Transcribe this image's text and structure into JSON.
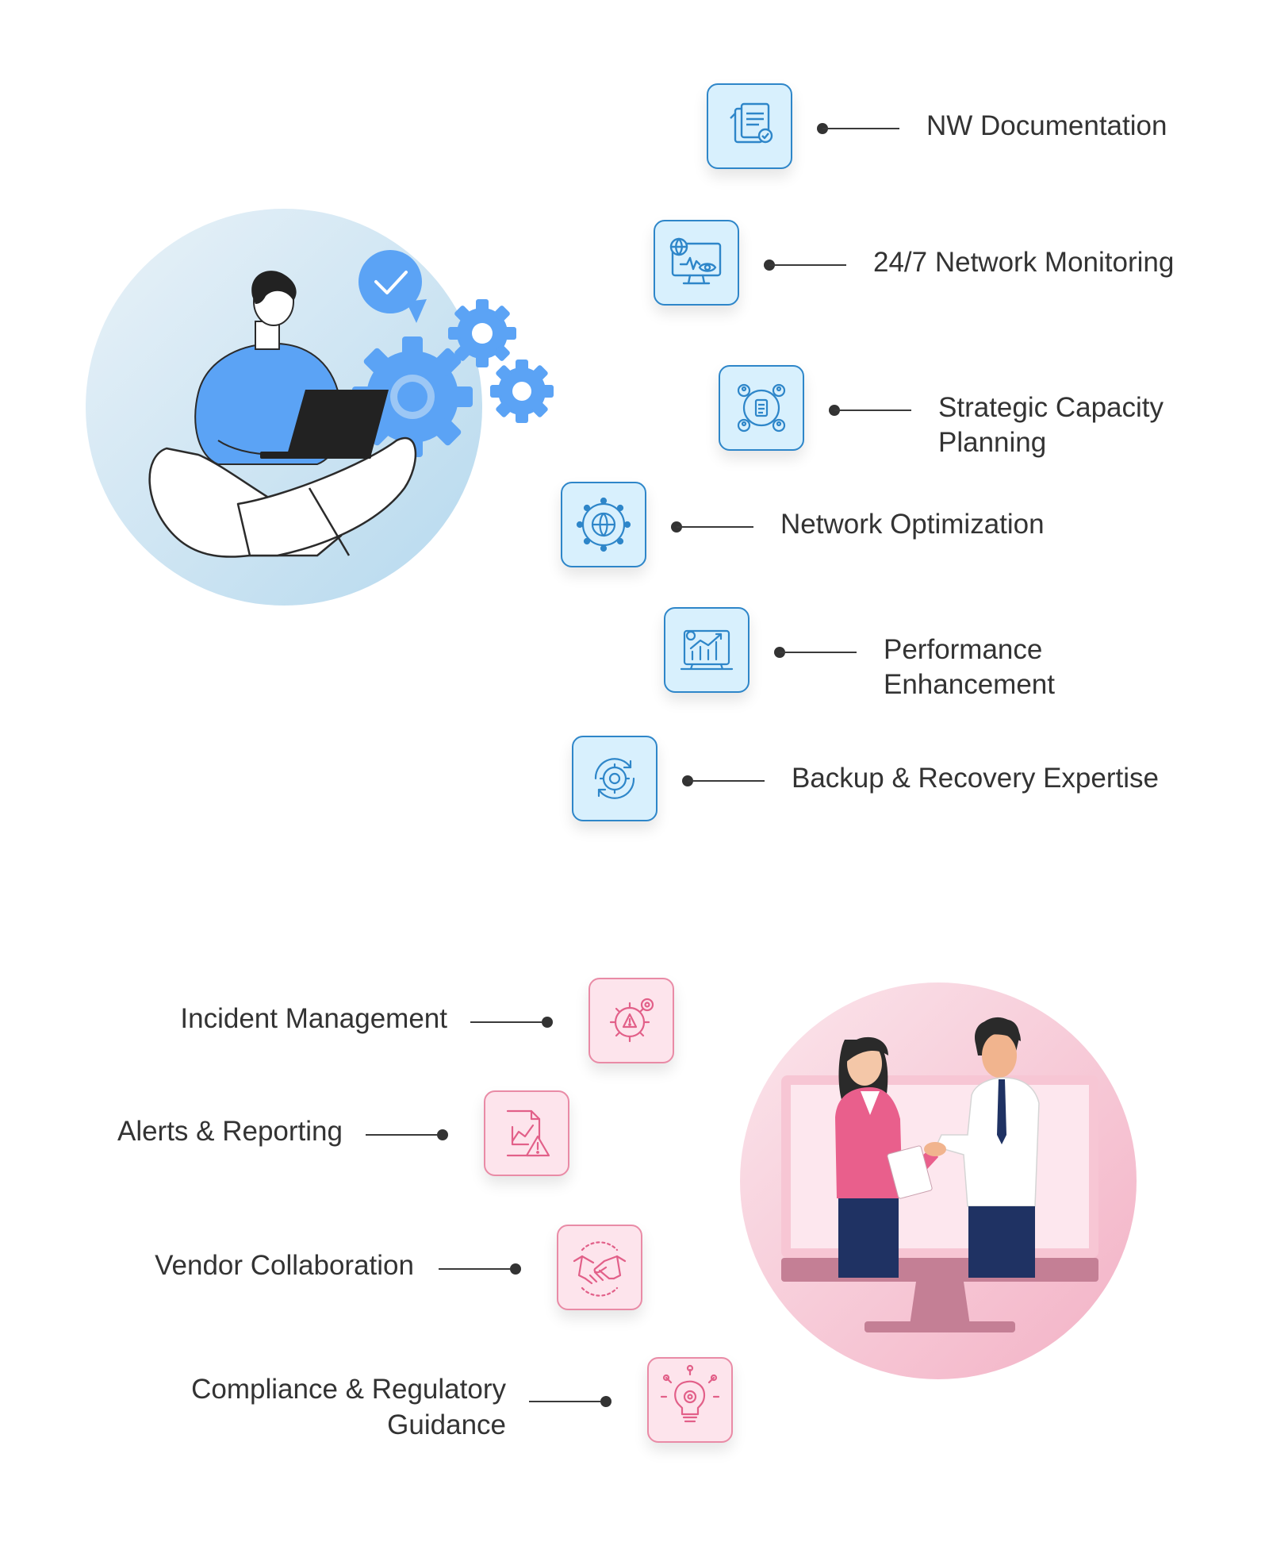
{
  "network_features": [
    {
      "label": "NW Documentation",
      "icon": "documents-icon"
    },
    {
      "label": "24/7 Network Monitoring",
      "icon": "monitor-eye-icon"
    },
    {
      "label": "Strategic Capacity Planning",
      "icon": "team-planning-icon"
    },
    {
      "label": "Network Optimization",
      "icon": "globe-network-icon"
    },
    {
      "label": "Performance Enhancement",
      "icon": "chart-growth-icon"
    },
    {
      "label": "Backup & Recovery Expertise",
      "icon": "recovery-gear-icon"
    }
  ],
  "support_features": [
    {
      "label": "Incident Management",
      "icon": "gear-warning-icon"
    },
    {
      "label": "Alerts & Reporting",
      "icon": "report-alert-icon"
    },
    {
      "label": "Vendor Collaboration",
      "icon": "handshake-icon"
    },
    {
      "label": "Compliance & Regulatory Guidance",
      "icon": "bulb-gear-icon"
    }
  ],
  "colors": {
    "blue_accent": "#2e86c9",
    "blue_tile": "#d8f0fd",
    "pink_accent": "#e98ba6",
    "pink_tile": "#fde4ec",
    "text": "#333333"
  }
}
